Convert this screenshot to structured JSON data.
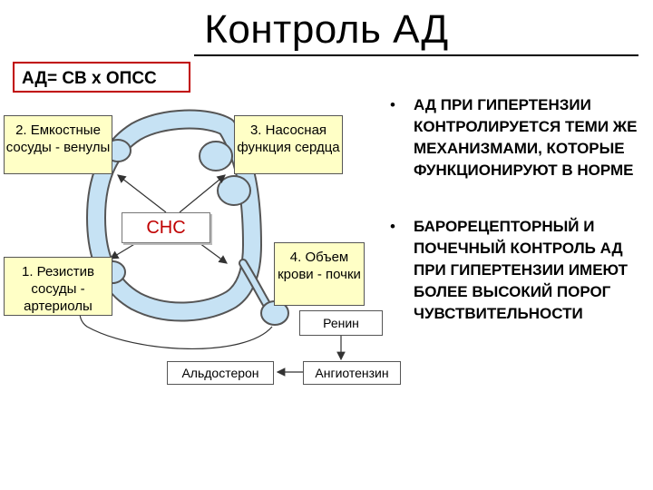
{
  "title": "Контроль АД",
  "formula": "АД= СВ х ОПСС",
  "boxes": {
    "capacitive": "2. Емкостные сосуды - венулы",
    "pump": "3. Насосная функция сердца",
    "resistive": "1. Резистив сосуды - артериолы",
    "volume": "4. Объем крови - почки",
    "cns": "СНС",
    "renin": "Ренин",
    "aldosterone": "Альдостерон",
    "angiotensin": "Ангиотензин"
  },
  "bullets": [
    "АД ПРИ ГИПЕРТЕНЗИИ КОНТРОЛИРУЕТСЯ ТЕМИ ЖЕ МЕХАНИЗМАМИ, КОТОРЫЕ ФУНКЦИОНИРУЮТ В НОРМЕ",
    "БАРОРЕЦЕПТОРНЫЙ И ПОЧЕЧНЫЙ КОНТРОЛЬ АД ПРИ ГИПЕРТЕНЗИИ ИМЕЮТ БОЛЕЕ ВЫСОКИЙ ПОРОГ ЧУВСТВИТЕЛЬНОСТИ"
  ],
  "bullet_symbol": "•",
  "colors": {
    "vessel": "#c6e2f4",
    "vessel_outline": "#555555",
    "box_fill": "#ffffc6",
    "accent": "#c00000"
  }
}
